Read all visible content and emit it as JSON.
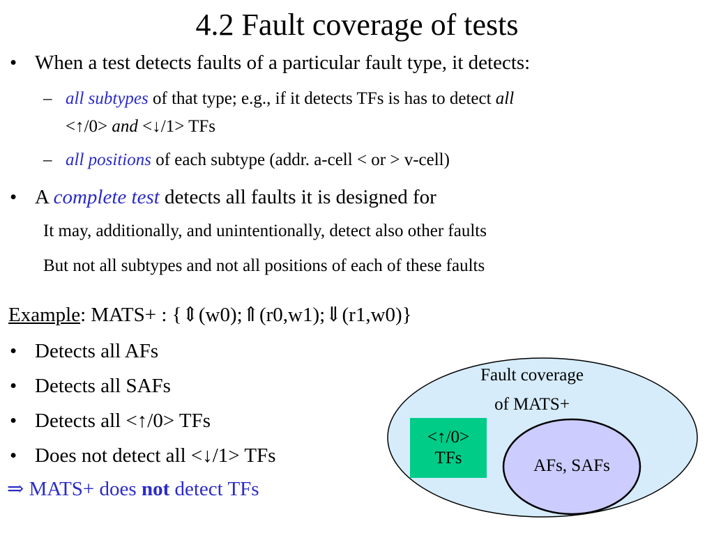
{
  "slide": {
    "title": "4.2 Fault coverage of tests",
    "bullet1": {
      "text": "When a test detects faults of a particular fault type, it detects:",
      "sub1": {
        "em": "all subtypes",
        "text_a": " of that type; e.g., if it detects TFs is has to detect ",
        "em2": "all",
        "line2_a": "<↑/0> ",
        "line2_and": "and",
        "line2_b": " <↓/1> TFs"
      },
      "sub2": {
        "em": "all positions",
        "text": " of each subtype (addr. a-cell < or > v-cell)"
      }
    },
    "bullet2": {
      "pre": "A ",
      "em": "complete test",
      "post": " detects all faults it is designed for",
      "line1": "It may, additionally, and unintentionally, detect also other faults",
      "line2": "But not all subtypes and not all positions of each of these faults"
    },
    "example": {
      "label": "Example",
      "text": ": MATS+ : {⇕(w0);⇑(r0,w1);⇓(r1,w0)}"
    },
    "detects": [
      "Detects all AFs",
      "Detects all SAFs",
      "Detects all <↑/0> TFs",
      "Does not detect all <↓/1> TFs"
    ],
    "conclusion": {
      "arrow": "⇒",
      "pre": " MATS+ does ",
      "bold": "not",
      "post": " detect TFs"
    },
    "bullet_char": "•",
    "dash_char": "–"
  },
  "diagram": {
    "outer_label_line1": "Fault coverage",
    "outer_label_line2": "of MATS+",
    "box_line1": "<↑/0>",
    "box_line2": "TFs",
    "inner_label": "AFs, SAFs"
  },
  "colors": {
    "emphasis_blue": "#2b2bc8",
    "outer_ellipse": "#d6ecfb",
    "inner_ellipse": "#ccccff",
    "tf_box": "#00cc88"
  }
}
